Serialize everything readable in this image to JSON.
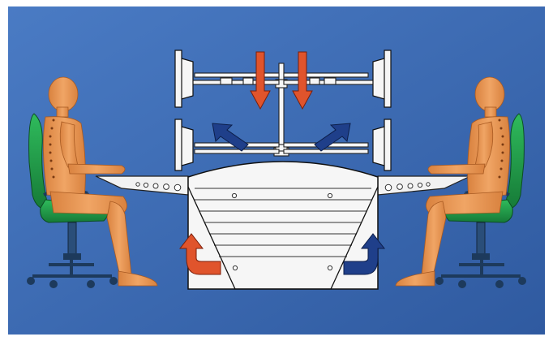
{
  "figure": {
    "description_free": true,
    "colors": {
      "background": "#3f6fb8",
      "background_dark": "#345fa6",
      "skin": "#e8954f",
      "skin_shadow": "#c9773a",
      "chair_seat": "#1e9e4a",
      "chair_frame": "#1d3a5c",
      "desk": "#f4f4f4",
      "desk_line": "#222222",
      "warm_arrow": "#e0542c",
      "cool_arrow": "#1f3f8a"
    },
    "icons": [
      "person-seated-left",
      "person-seated-right",
      "office-chair-left",
      "office-chair-right",
      "workstation-desk",
      "monitor-icon",
      "warm-air-down-arrow",
      "cool-air-up-arrow"
    ]
  }
}
